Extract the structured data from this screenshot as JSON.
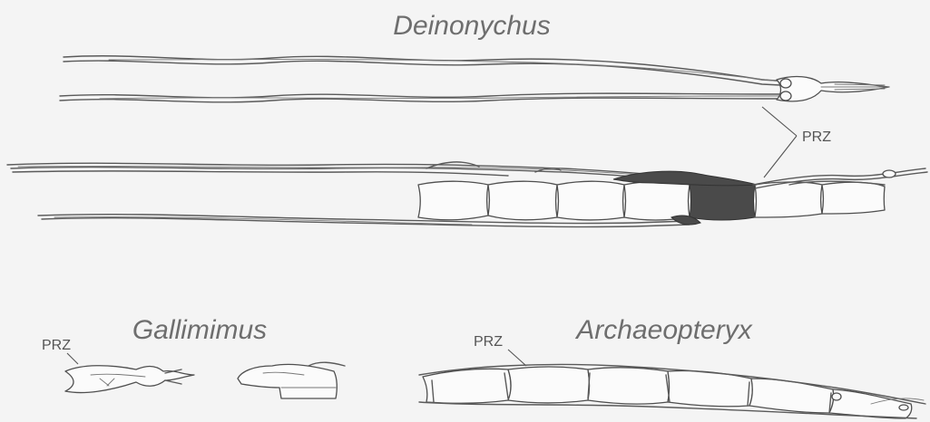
{
  "titles": {
    "deinonychus": "Deinonychus",
    "gallimimus": "Gallimimus",
    "archaeopteryx": "Archaeopteryx"
  },
  "labels": {
    "prz_deinonychus": "PRZ",
    "prz_gallimimus": "PRZ",
    "prz_archaeopteryx": "PRZ"
  }
}
